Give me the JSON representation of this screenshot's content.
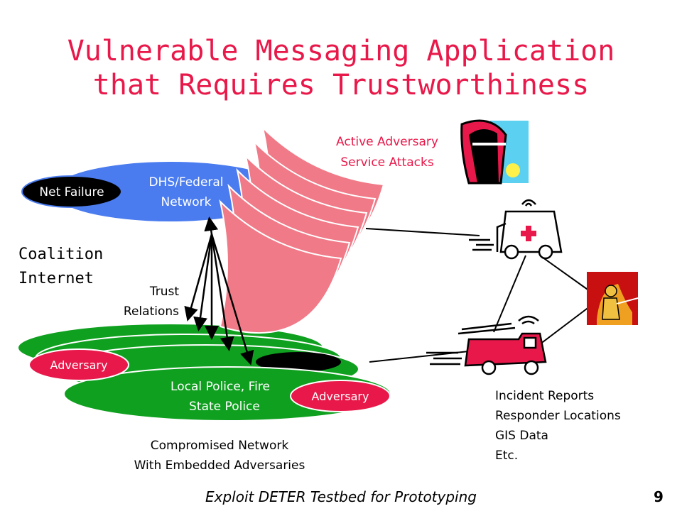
{
  "title": {
    "line1": "Vulnerable Messaging Application",
    "line2": "that Requires Trustworthiness"
  },
  "labels": {
    "active_adversary": "Active Adversary",
    "service_attacks": "Service Attacks",
    "net_failure": "Net Failure",
    "dhs_line1": "DHS/Federal",
    "dhs_line2": "Network",
    "coalition_line1": "Coalition",
    "coalition_line2": "Internet",
    "trust_line1": "Trust",
    "trust_line2": "Relations",
    "adversary_left": "Adversary",
    "adversary_right": "Adversary",
    "local_line1": "Local Police, Fire",
    "local_line2": "State Police",
    "compromised_line1": "Compromised Network",
    "compromised_line2": "With Embedded Adversaries",
    "info_list": [
      "Incident Reports",
      "Responder Locations",
      "GIS Data",
      "Etc."
    ]
  },
  "footer": {
    "text": "Exploit DETER Testbed for Prototyping",
    "page_number": "9"
  },
  "colors": {
    "title": "#e8194a",
    "red_label": "#e8194a",
    "blue_network": "#4a7cf0",
    "green_network": "#10a020",
    "pink_wedges": "#f07a88",
    "adversary": "#e8194a",
    "net_failure": "#000000"
  },
  "icons": [
    "adversary-face-icon",
    "ambulance-icon",
    "fire-truck-icon",
    "firefighter-icon"
  ]
}
